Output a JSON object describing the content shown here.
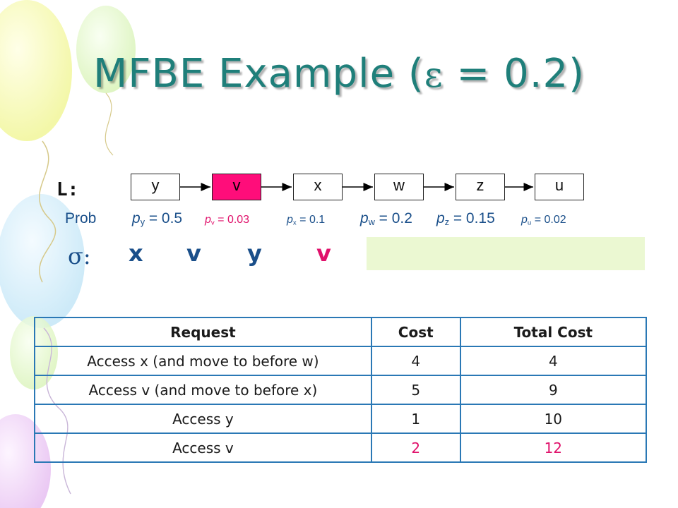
{
  "title": {
    "prefix": "MFBE Example (",
    "epsilon_symbol": "ε",
    "suffix": " = 0.2)"
  },
  "list_label": "L:",
  "list": [
    {
      "label": "y",
      "highlighted": false
    },
    {
      "label": "v",
      "highlighted": true
    },
    {
      "label": "x",
      "highlighted": false
    },
    {
      "label": "w",
      "highlighted": false
    },
    {
      "label": "z",
      "highlighted": false
    },
    {
      "label": "u",
      "highlighted": false
    }
  ],
  "probabilities": {
    "label": "Prob",
    "items": [
      {
        "symbol": "p",
        "sub": "y",
        "text": " = 0.5"
      },
      {
        "symbol": "p",
        "sub": "v",
        "text": " = 0.03"
      },
      {
        "symbol": "p",
        "sub": "x",
        "text": " = 0.1"
      },
      {
        "symbol": "p",
        "sub": "w",
        "text": " = 0.2"
      },
      {
        "symbol": "p",
        "sub": "z",
        "text": " = 0.15"
      },
      {
        "symbol": "p",
        "sub": "u",
        "text": " = 0.02"
      }
    ]
  },
  "sequence": {
    "label": "σ:",
    "items": [
      "x",
      "v",
      "y",
      "v"
    ]
  },
  "colors": {
    "title": "#1f7f7a",
    "accent_blue": "#1a4f8a",
    "highlight_node": "#ff0d7a",
    "sequence_red": "#e0116b",
    "table_border": "#2a78b5",
    "green_box": "#ebf8d2"
  },
  "table": {
    "headers": [
      "Request",
      "Cost",
      "Total Cost"
    ],
    "rows": [
      {
        "request": "Access x (and move to before w)",
        "cost": "4",
        "total": "4",
        "red": false
      },
      {
        "request": "Access v (and move to before x)",
        "cost": "5",
        "total": "9",
        "red": false
      },
      {
        "request": "Access y",
        "cost": "1",
        "total": "10",
        "red": false
      },
      {
        "request": "Access v",
        "cost": "2",
        "total": "12",
        "red": true
      }
    ]
  }
}
